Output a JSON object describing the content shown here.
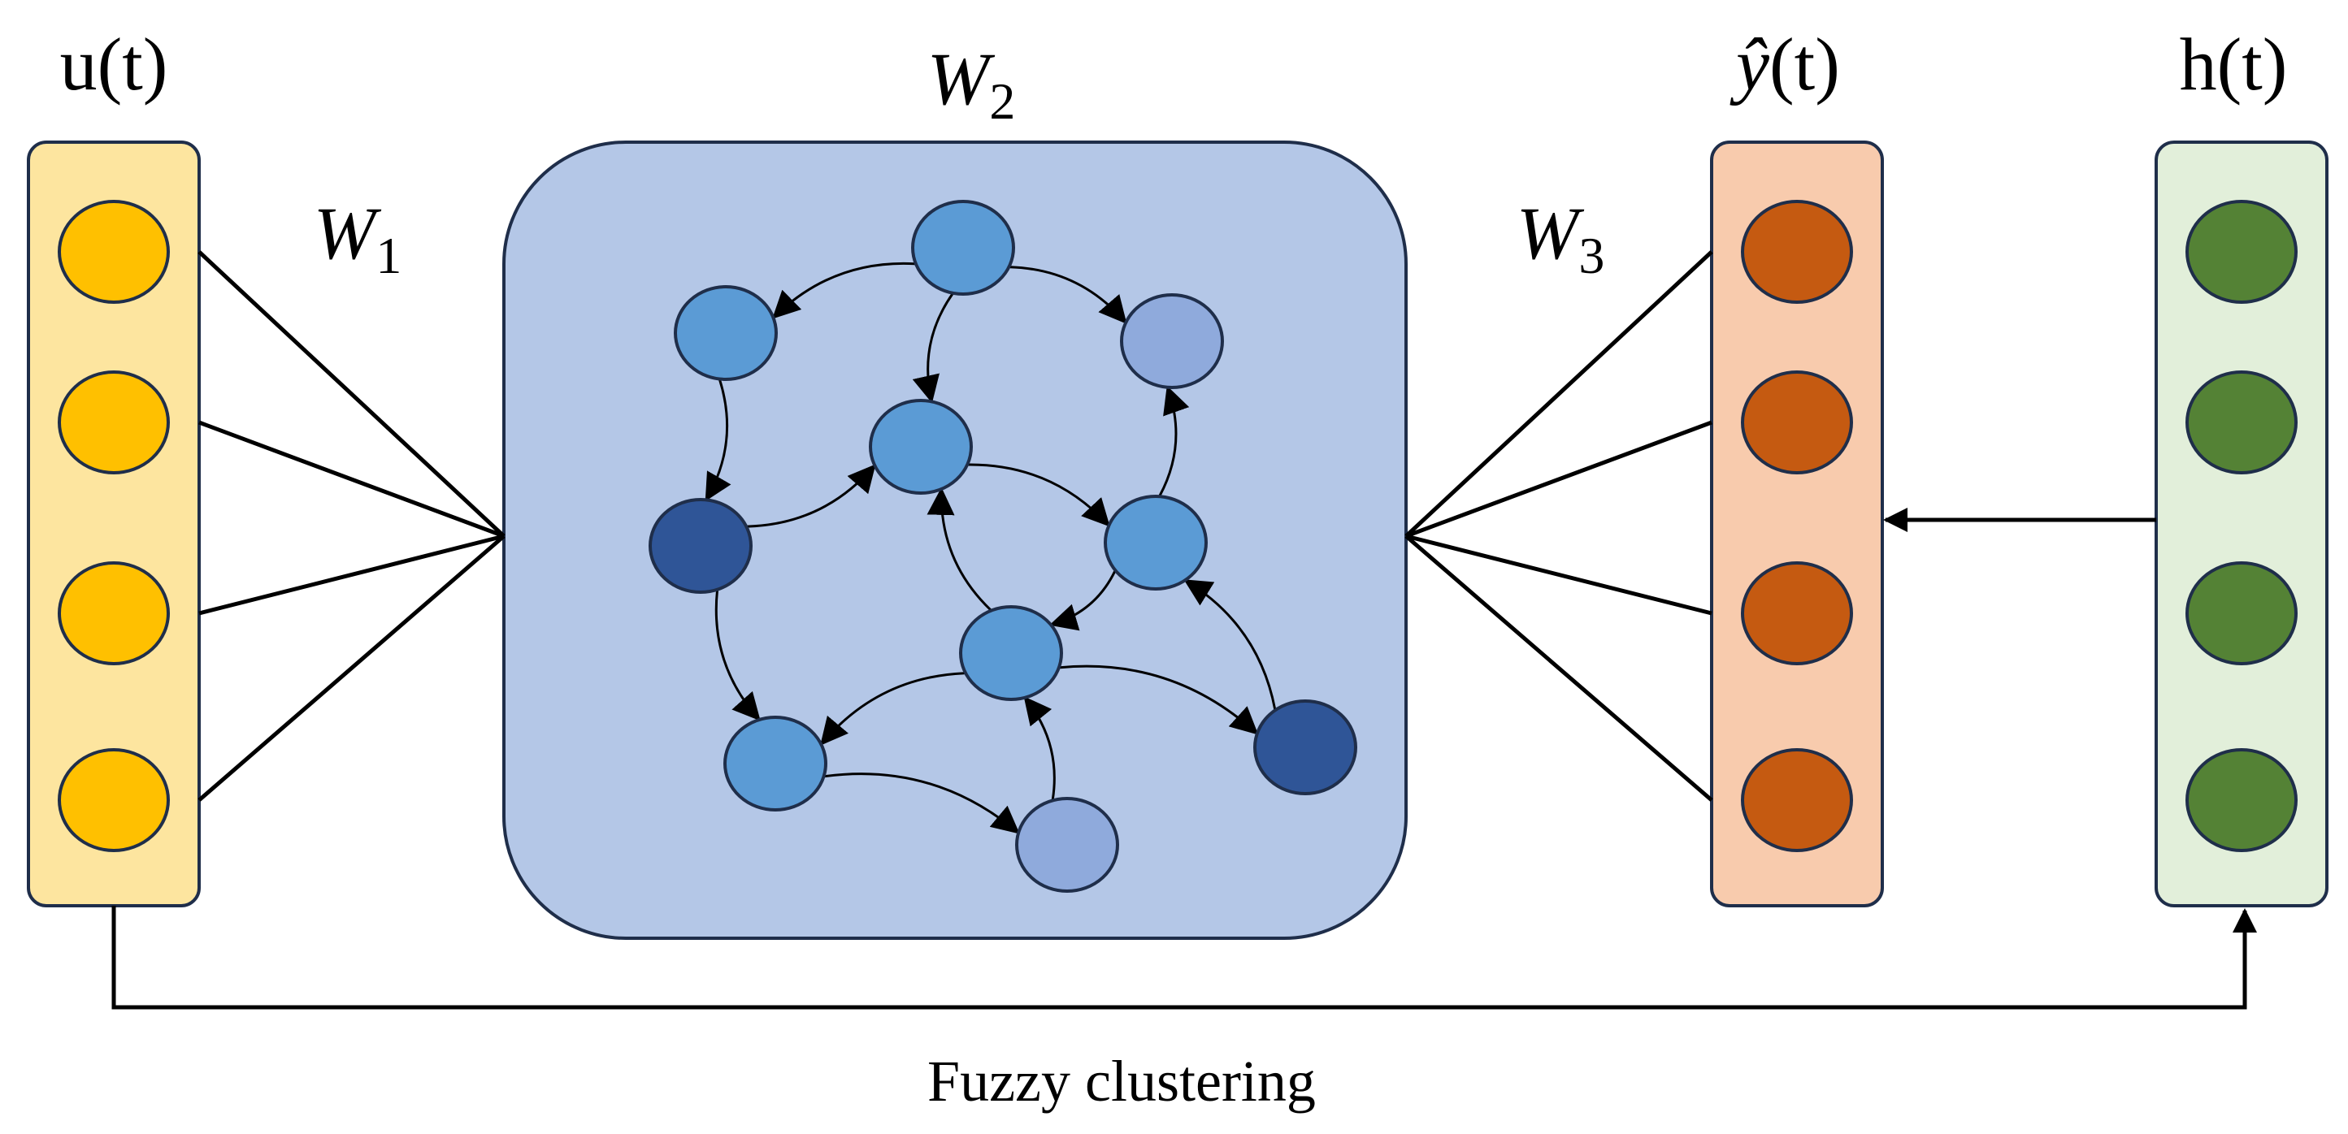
{
  "labels": {
    "input": "u(t)",
    "reservoir": "W",
    "reservoir_sub": "2",
    "output_hat": "ŷ",
    "output_rest": "(t)",
    "hidden": "h(t)",
    "w1": "W",
    "w1_sub": "1",
    "w3": "W",
    "w3_sub": "3",
    "bottom": "Fuzzy clustering"
  },
  "colors": {
    "input_panel": "#fde59f",
    "input_node": "#ffc000",
    "reservoir_panel": "#b4c7e7",
    "node_mid": "#5b9bd5",
    "node_light": "#8faadc",
    "node_dark": "#2f5597",
    "output_panel": "#f8cbad",
    "output_node": "#c55a11",
    "hidden_panel": "#e2efda",
    "hidden_node": "#548235",
    "border": "#1f2e4a",
    "line": "#000000"
  },
  "layers": {
    "input_nodes": 4,
    "output_nodes": 4,
    "hidden_nodes": 4
  },
  "reservoir": {
    "nodes": [
      {
        "id": "A",
        "shade": "mid"
      },
      {
        "id": "B",
        "shade": "mid"
      },
      {
        "id": "C",
        "shade": "light"
      },
      {
        "id": "D",
        "shade": "mid"
      },
      {
        "id": "E",
        "shade": "dark"
      },
      {
        "id": "F",
        "shade": "mid"
      },
      {
        "id": "G",
        "shade": "mid"
      },
      {
        "id": "H",
        "shade": "mid"
      },
      {
        "id": "I",
        "shade": "dark"
      },
      {
        "id": "J",
        "shade": "light"
      }
    ],
    "edges": [
      [
        "A",
        "B"
      ],
      [
        "A",
        "C"
      ],
      [
        "A",
        "D"
      ],
      [
        "B",
        "E"
      ],
      [
        "E",
        "D"
      ],
      [
        "D",
        "F"
      ],
      [
        "F",
        "C"
      ],
      [
        "F",
        "G"
      ],
      [
        "E",
        "H"
      ],
      [
        "G",
        "D"
      ],
      [
        "G",
        "H"
      ],
      [
        "G",
        "I"
      ],
      [
        "I",
        "F"
      ],
      [
        "H",
        "J"
      ],
      [
        "J",
        "G"
      ]
    ]
  }
}
